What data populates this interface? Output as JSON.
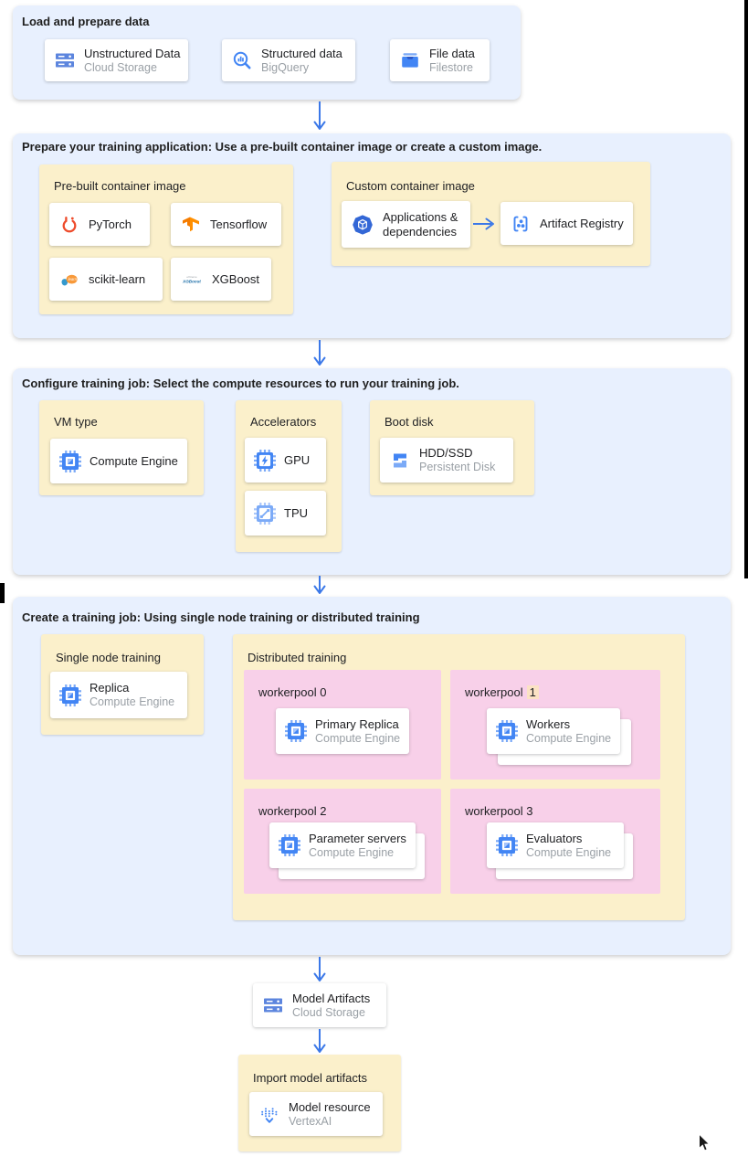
{
  "colors": {
    "section_bg": "#e8f0fe",
    "panel_bg": "#fbf0cb",
    "pool_bg": "#f8d0e9",
    "arrow_blue": "#3b78e8",
    "card_title": "#202124",
    "card_subtitle": "#9aa0a6",
    "highlight": "#fbe2c4"
  },
  "sections": {
    "load": {
      "title": "Load and prepare data",
      "cards": {
        "unstructured": {
          "title": "Unstructured Data",
          "subtitle": "Cloud Storage",
          "icon": "cloud-storage-icon"
        },
        "structured": {
          "title": "Structured data",
          "subtitle": "BigQuery",
          "icon": "bigquery-icon"
        },
        "file": {
          "title": "File data",
          "subtitle": "Filestore",
          "icon": "filestore-icon"
        }
      }
    },
    "prepare": {
      "title": "Prepare your training application: Use a pre-built container image or create a custom image.",
      "prebuilt": {
        "label": "Pre-built container image",
        "cards": {
          "pytorch": {
            "title": "PyTorch",
            "icon": "pytorch-icon"
          },
          "tensorflow": {
            "title": "Tensorflow",
            "icon": "tensorflow-icon"
          },
          "sklearn": {
            "title": "scikit-learn",
            "icon": "scikit-learn-icon"
          },
          "xgboost": {
            "title": "XGBoost",
            "icon": "xgboost-icon"
          }
        }
      },
      "custom": {
        "label": "Custom container image",
        "apps": {
          "title": "Applications & dependencies",
          "icon": "applications-icon"
        },
        "artifact": {
          "title": "Artifact Registry",
          "icon": "artifact-registry-icon"
        }
      }
    },
    "configure": {
      "title": "Configure training job: Select the compute resources to run your training job.",
      "vm": {
        "label": "VM type",
        "card": {
          "title": "Compute Engine",
          "icon": "compute-engine-icon"
        }
      },
      "accelerators": {
        "label": "Accelerators",
        "gpu": {
          "title": "GPU",
          "icon": "gpu-icon"
        },
        "tpu": {
          "title": "TPU",
          "icon": "tpu-icon"
        }
      },
      "boot": {
        "label": "Boot disk",
        "card": {
          "title": "HDD/SSD",
          "subtitle": "Persistent Disk",
          "icon": "persistent-disk-icon"
        }
      }
    },
    "create": {
      "title": "Create a training job: Using single node training or distributed training",
      "single": {
        "label": "Single node training",
        "card": {
          "title": "Replica",
          "subtitle": "Compute Engine",
          "icon": "compute-engine-icon"
        }
      },
      "distributed": {
        "label": "Distributed training",
        "wp0": {
          "label": "workerpool 0",
          "card": {
            "title": "Primary Replica",
            "subtitle": "Compute Engine",
            "icon": "compute-engine-icon"
          }
        },
        "wp1": {
          "label_prefix": "workerpool",
          "label_number": "1",
          "card": {
            "title": "Workers",
            "subtitle": "Compute Engine",
            "icon": "compute-engine-icon"
          }
        },
        "wp2": {
          "label": "workerpool 2",
          "card": {
            "title": "Parameter servers",
            "subtitle": "Compute Engine",
            "icon": "compute-engine-icon"
          }
        },
        "wp3": {
          "label": "workerpool 3",
          "card": {
            "title": "Evaluators",
            "subtitle": "Compute Engine",
            "icon": "compute-engine-icon"
          }
        }
      }
    },
    "model_artifacts": {
      "title": "Model Artifacts",
      "subtitle": "Cloud Storage",
      "icon": "cloud-storage-icon"
    },
    "import": {
      "label": "Import model artifacts",
      "card": {
        "title": "Model resource",
        "subtitle": "VertexAI",
        "icon": "vertex-ai-icon"
      }
    }
  }
}
